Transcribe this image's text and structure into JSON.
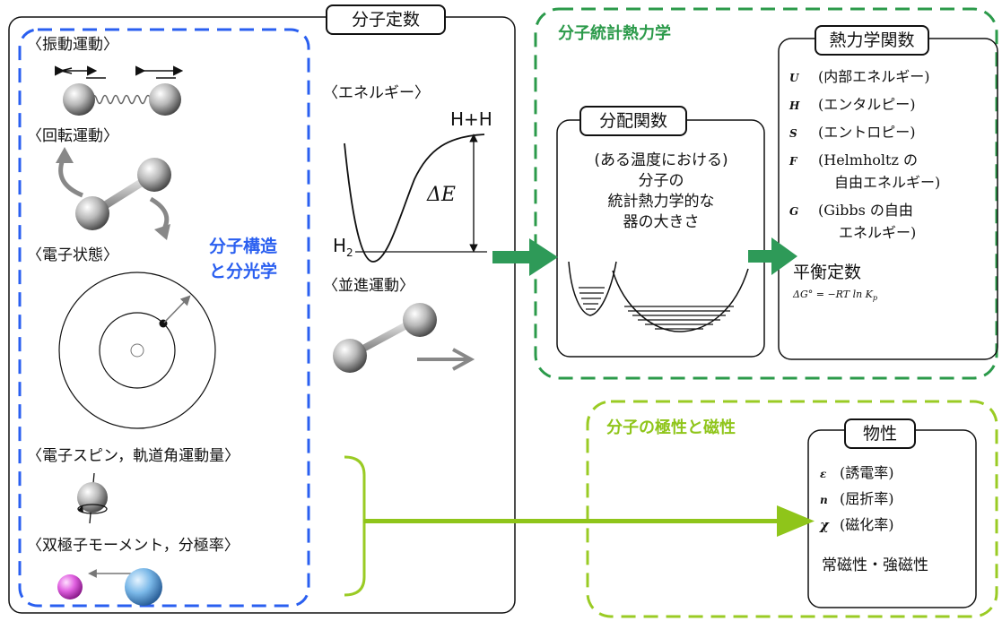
{
  "molecular_constants": {
    "title": "分子定数",
    "vibration": "〈振動運動〉",
    "rotation": "〈回転運動〉",
    "electronic_state": "〈電子状態〉",
    "spin": "〈電子スピン，軌道角運動量〉",
    "dipole": "〈双極子モーメント，分極率〉",
    "structure_label_line1": "分子構造",
    "structure_label_line2": "と分光学",
    "energy": "〈エネルギー〉",
    "h_plus_h": "H+H",
    "delta_e": "ΔE",
    "h2": "H",
    "h2_sub": "2",
    "translation": "〈並進運動〉"
  },
  "statistical": {
    "title": "分子統計熱力学",
    "partition_title": "分配関数",
    "partition_lines": [
      "(ある温度における)",
      "分子の",
      "統計熱力学的な",
      "器の大きさ"
    ],
    "thermo_title": "熱力学関数",
    "functions": [
      {
        "sym": "U",
        "text": "(内部エネルギー)"
      },
      {
        "sym": "H",
        "text": "(エンタルピー)"
      },
      {
        "sym": "S",
        "text": "(エントロピー)"
      },
      {
        "sym": "F",
        "text": "(Helmholtz の"
      },
      {
        "sym": "",
        "text": "自由エネルギー)"
      },
      {
        "sym": "G",
        "text": "(Gibbs の自由"
      },
      {
        "sym": "",
        "text": "エネルギー)"
      }
    ],
    "equilibrium": "平衡定数",
    "equilibrium_formula": "ΔG° = −RT ln K",
    "equilibrium_sub": "p"
  },
  "polarity": {
    "title": "分子の極性と磁性",
    "props_title": "物性",
    "properties": [
      {
        "sym": "ε",
        "text": "(誘電率)"
      },
      {
        "sym": "n",
        "text": "(屈折率)"
      },
      {
        "sym": "χ",
        "text": "(磁化率)"
      }
    ],
    "magnetism": "常磁性・強磁性"
  },
  "colors": {
    "blue_dash": "#2a5ff0",
    "green_dash": "#2b9a4a",
    "lime_dash": "#9acb24",
    "green_arrow": "#2e9a58",
    "lime_arrow": "#8fc51a"
  },
  "icons": [
    "vibration-molecule-icon",
    "rotation-molecule-icon",
    "electron-orbit-icon",
    "potential-curve-icon",
    "translation-molecule-icon",
    "spin-sphere-icon",
    "dipole-molecule-icon",
    "energy-levels-icon"
  ]
}
